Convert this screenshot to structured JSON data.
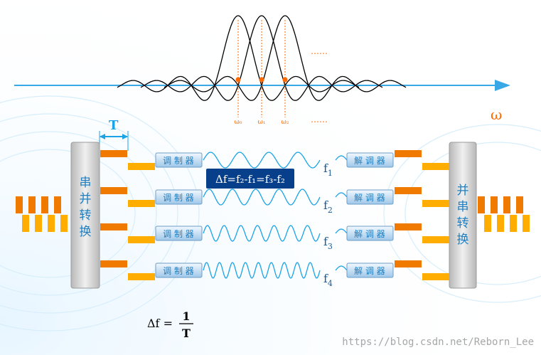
{
  "colors": {
    "axis": "#38a9e6",
    "marker": "#ff6a00",
    "curve": "#000000",
    "wave": "#1aa3e7",
    "orange_dark": "#f07a00",
    "orange_light": "#ffad00",
    "box_fill": "#d9d9d9",
    "modulator_fill": "#1f7fc0",
    "label_bg": "#083f8b"
  },
  "spectrum": {
    "omega_label": "ω",
    "omega_ticks": [
      "ω₀",
      "ω₁",
      "ω₂"
    ],
    "dots_top": "……",
    "dots_bottom": "……"
  },
  "symbol_period": "T",
  "left_block": "串并转换",
  "right_block": "并串转换",
  "modulator_label": "调 制 器",
  "demodulator_label": "解 调 器",
  "subcarrier_frequencies": [
    {
      "base": "f",
      "sub": "1"
    },
    {
      "base": "f",
      "sub": "2"
    },
    {
      "base": "f",
      "sub": "3"
    },
    {
      "base": "f",
      "sub": "4"
    }
  ],
  "spacing_formula": "Δf=f₂-f₁=f₃-f₂",
  "bottom_formula": {
    "lhs": "Δf =",
    "numerator": "1",
    "denominator": "T"
  },
  "watermark": "https://blog.csdn.net/Reborn_Lee"
}
